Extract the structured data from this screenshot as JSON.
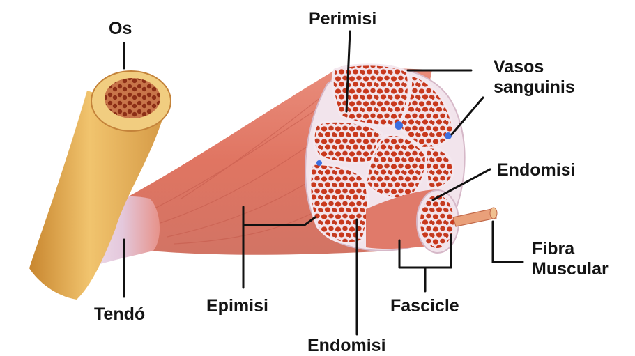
{
  "labels": {
    "os": "Os",
    "perimisi": "Perimisi",
    "vasos_line1": "Vasos",
    "vasos_line2": "sanguinis",
    "endomisi_right": "Endomisi",
    "fibra_line1": "Fibra",
    "fibra_line2": "Muscular",
    "fascicle": "Fascicle",
    "epimisi": "Epimisi",
    "tendo": "Tendó",
    "endomisi_bottom": "Endomisi"
  },
  "colors": {
    "bone": "#e8b25a",
    "bone_dark": "#b9782c",
    "marrow": "#9c3a1e",
    "muscle": "#e07a6a",
    "muscle_dark": "#c05446",
    "tendon": "#e9d9ea",
    "fiber": "#c8391c",
    "sheath": "#f1e4ec",
    "vessel": "#3d6fe0",
    "leader": "#111111"
  }
}
